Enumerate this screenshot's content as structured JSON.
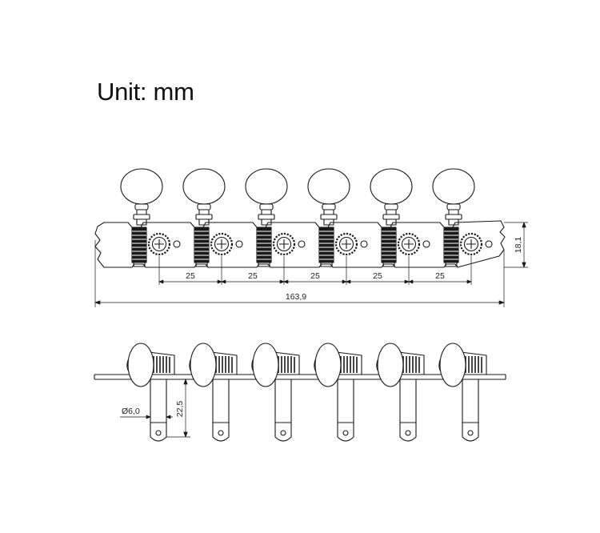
{
  "header": {
    "title": "Unit: mm"
  },
  "colors": {
    "line": "#1a1a1a",
    "background": "#ffffff"
  },
  "dimensions": {
    "spacing": [
      "25",
      "25",
      "25",
      "25",
      "25"
    ],
    "overall_length": "163,9",
    "plate_height": "18,1",
    "shaft_diameter": "Ø6,0",
    "shaft_length": "22,5"
  },
  "tuners": {
    "count": 6
  }
}
